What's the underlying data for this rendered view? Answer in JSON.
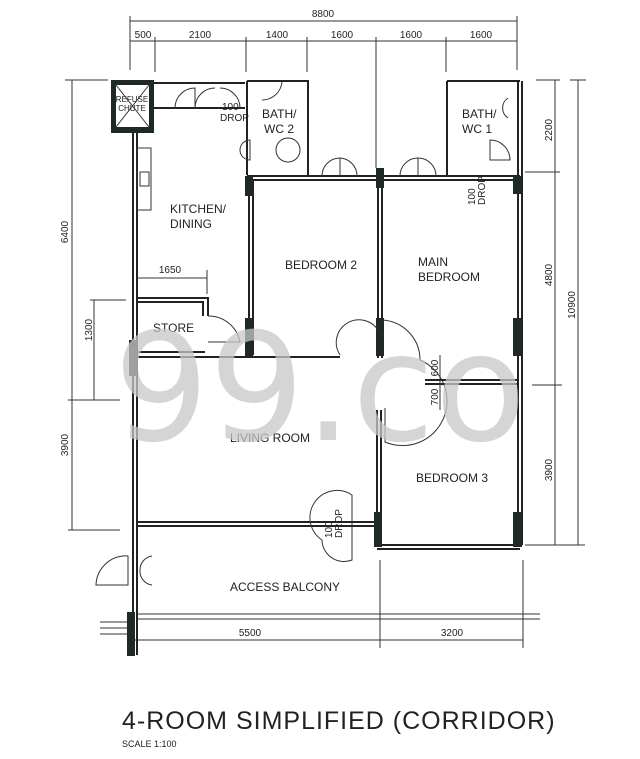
{
  "plan": {
    "title": "4-ROOM SIMPLIFIED (CORRIDOR)",
    "scale": "SCALE  1:100",
    "watermark": "99.co",
    "rooms": {
      "refuse_chute": [
        "REFUSE",
        "CHUTE"
      ],
      "bath2": [
        "BATH/",
        "WC 2"
      ],
      "bath1": [
        "BATH/",
        "WC 1"
      ],
      "kitchen": [
        "KITCHEN/",
        "DINING"
      ],
      "bedroom2": "BEDROOM 2",
      "main_bedroom": [
        "MAIN",
        "BEDROOM"
      ],
      "store": "STORE",
      "living": "LIVING ROOM",
      "bedroom3": "BEDROOM 3",
      "balcony": "ACCESS BALCONY"
    },
    "drop_labels": [
      "100",
      "DROP"
    ],
    "dimensions": {
      "top_total": "8800",
      "top_segments": [
        "500",
        "2100",
        "1400",
        "1600",
        "1600",
        "1600"
      ],
      "left": [
        "6400",
        "1300",
        "3900"
      ],
      "right": [
        "2200",
        "4800",
        "3900"
      ],
      "right_total": "10900",
      "bottom": [
        "5500",
        "3200"
      ],
      "store_width": "1650",
      "door_offsets": [
        "600",
        "700"
      ]
    }
  }
}
